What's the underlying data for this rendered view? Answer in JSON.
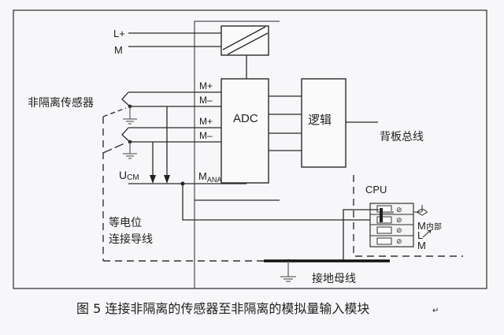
{
  "diagram": {
    "power_labels": {
      "l_plus": "L+",
      "m": "M"
    },
    "adc_label": "ADC",
    "logic_label": "逻辑",
    "backplane_label": "背板总线",
    "sensor_label": "非隔离传感器",
    "channel_labels": [
      "M+",
      "M–",
      "M+",
      "M–"
    ],
    "ucm_label": {
      "main": "U",
      "sub": "CM"
    },
    "mana_label": {
      "main": "M",
      "sub": "ANA"
    },
    "equipotential_label_line1": "等电位",
    "equipotential_label_line2": "连接导线",
    "cpu_label": "CPU",
    "cpu_terminals": {
      "m_label": "M",
      "internal_label": "内部",
      "l_label": "L",
      "m2_label": "M",
      "terminal_symbol": "⊘"
    },
    "ground_bus_label": "接地母线"
  },
  "caption": "图 5 连接非隔离的传感器至非隔离的模拟量输入模块",
  "caption_mark": "↵"
}
